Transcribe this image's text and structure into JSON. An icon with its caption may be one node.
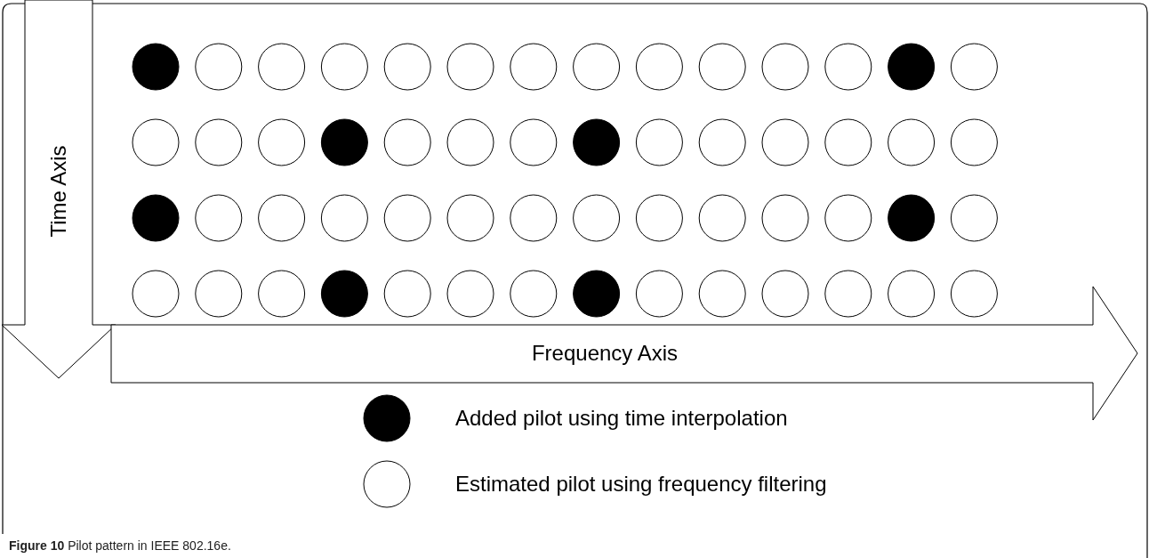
{
  "diagram": {
    "caption": "**Figure 10** Pilot pattern in IEEE 802.16e.",
    "nodes": [
      {
        "text": [
          "Time Axis"
        ]
      },
      {
        "text": [
          "Frequency Axis"
        ]
      }
    ],
    "legend": [
      {
        "text": "Added pilot using time interpolation",
        "color": "#000000"
      },
      {
        "text": "Estimated pilot using frequency filtering",
        "color": "#ffffff"
      }
    ]
  }
}
